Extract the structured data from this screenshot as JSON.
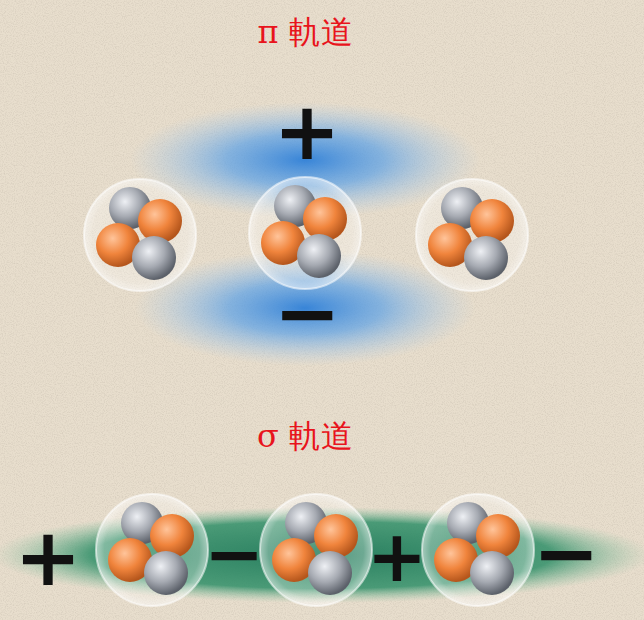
{
  "diagram": {
    "labels": [
      "π 軌道",
      "+",
      "−",
      "σ 軌道",
      "+",
      "−",
      "+",
      "−"
    ]
  }
}
